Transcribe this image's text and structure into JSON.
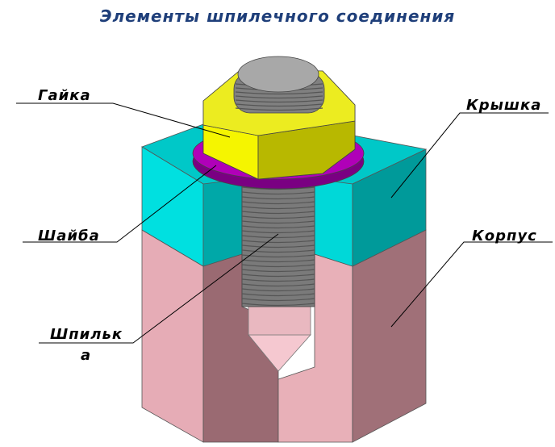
{
  "title": "Элементы шпилечного соединения",
  "labels": {
    "nut": "Гайка",
    "washer": "Шайба",
    "stud_line1": "Шпильк",
    "stud_line2": "а",
    "cover": "Крышка",
    "body": "Корпус"
  },
  "colors": {
    "title": "#1f3f7a",
    "cover": "#00d8d8",
    "body": "#e8b0b8",
    "nut": "#f0f000",
    "washer": "#8a0090",
    "stud": "#808080"
  }
}
